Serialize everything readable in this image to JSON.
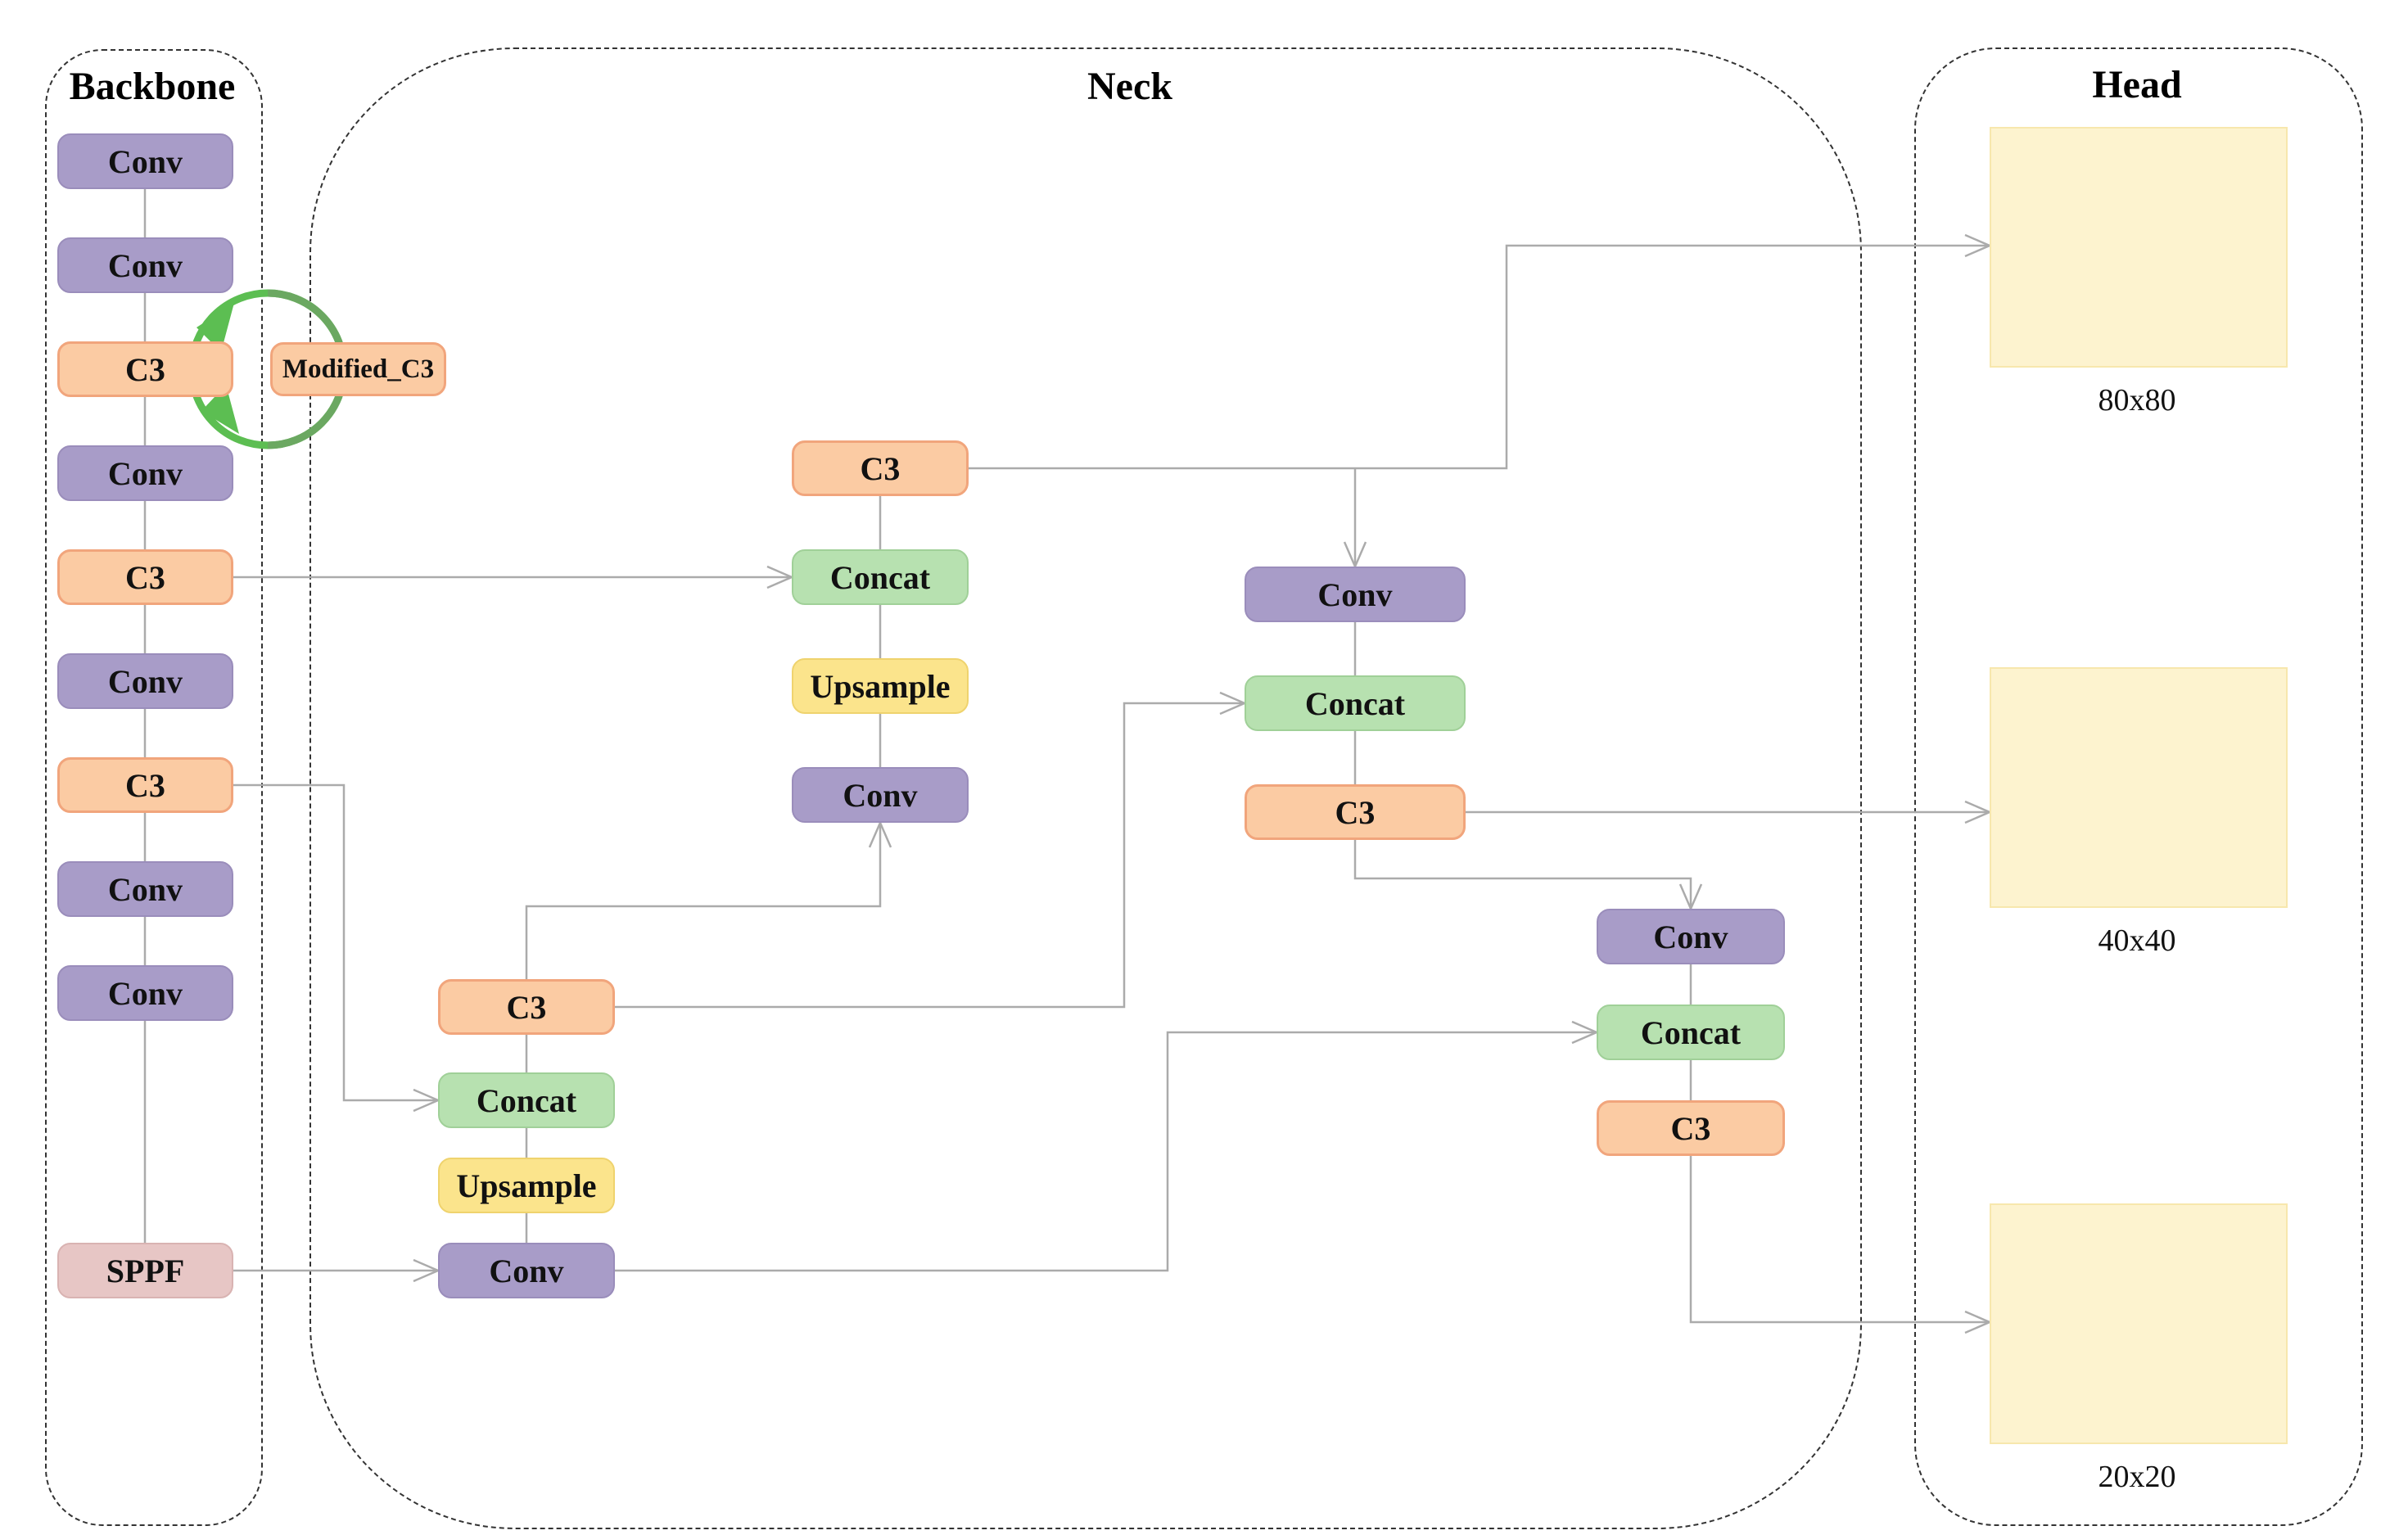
{
  "sections": {
    "backbone": {
      "title": "Backbone",
      "blocks": [
        {
          "label": "Conv",
          "type": "conv"
        },
        {
          "label": "Conv",
          "type": "conv"
        },
        {
          "label": "C3",
          "type": "c3"
        },
        {
          "label": "Conv",
          "type": "conv"
        },
        {
          "label": "C3",
          "type": "c3"
        },
        {
          "label": "Conv",
          "type": "conv"
        },
        {
          "label": "C3",
          "type": "c3"
        },
        {
          "label": "Conv",
          "type": "conv"
        },
        {
          "label": "Conv",
          "type": "conv"
        },
        {
          "label": "SPPF",
          "type": "sppf"
        }
      ]
    },
    "annotation": {
      "modified_block": {
        "label": "Modified_C3",
        "type": "c3"
      }
    },
    "neck": {
      "title": "Neck",
      "fpn_upper": {
        "blocks": [
          {
            "label": "C3",
            "type": "c3"
          },
          {
            "label": "Concat",
            "type": "concat"
          },
          {
            "label": "Upsample",
            "type": "upsample"
          },
          {
            "label": "Conv",
            "type": "conv"
          }
        ]
      },
      "fpn_lower": {
        "blocks": [
          {
            "label": "C3",
            "type": "c3"
          },
          {
            "label": "Concat",
            "type": "concat"
          },
          {
            "label": "Upsample",
            "type": "upsample"
          },
          {
            "label": "Conv",
            "type": "conv"
          }
        ]
      },
      "pan_mid": {
        "blocks": [
          {
            "label": "Conv",
            "type": "conv"
          },
          {
            "label": "Concat",
            "type": "concat"
          },
          {
            "label": "C3",
            "type": "c3"
          }
        ]
      },
      "pan_deep": {
        "blocks": [
          {
            "label": "Conv",
            "type": "conv"
          },
          {
            "label": "Concat",
            "type": "concat"
          },
          {
            "label": "C3",
            "type": "c3"
          }
        ]
      }
    },
    "head": {
      "title": "Head",
      "outputs": [
        {
          "size": "80x80"
        },
        {
          "size": "40x40"
        },
        {
          "size": "20x20"
        }
      ]
    }
  },
  "colors": {
    "conv_fill": "#A89CC8",
    "conv_border": "#9A8DBB",
    "c3_fill": "#FBCBA3",
    "c3_border": "#F1A57C",
    "concat_fill": "#B7E1B0",
    "concat_border": "#A0D098",
    "upsample_fill": "#FBE48C",
    "upsample_border": "#EFD36E",
    "sppf_fill": "#E7C6C5",
    "sppf_border": "#D9B3B2",
    "feature_map_fill": "#FDF3CF",
    "feature_map_border": "#F7E7AD",
    "connector": "#ABABAB",
    "cycle_green": "#5CBE52",
    "cycle_green_dark": "#6BA861",
    "container_border": "#333333"
  }
}
